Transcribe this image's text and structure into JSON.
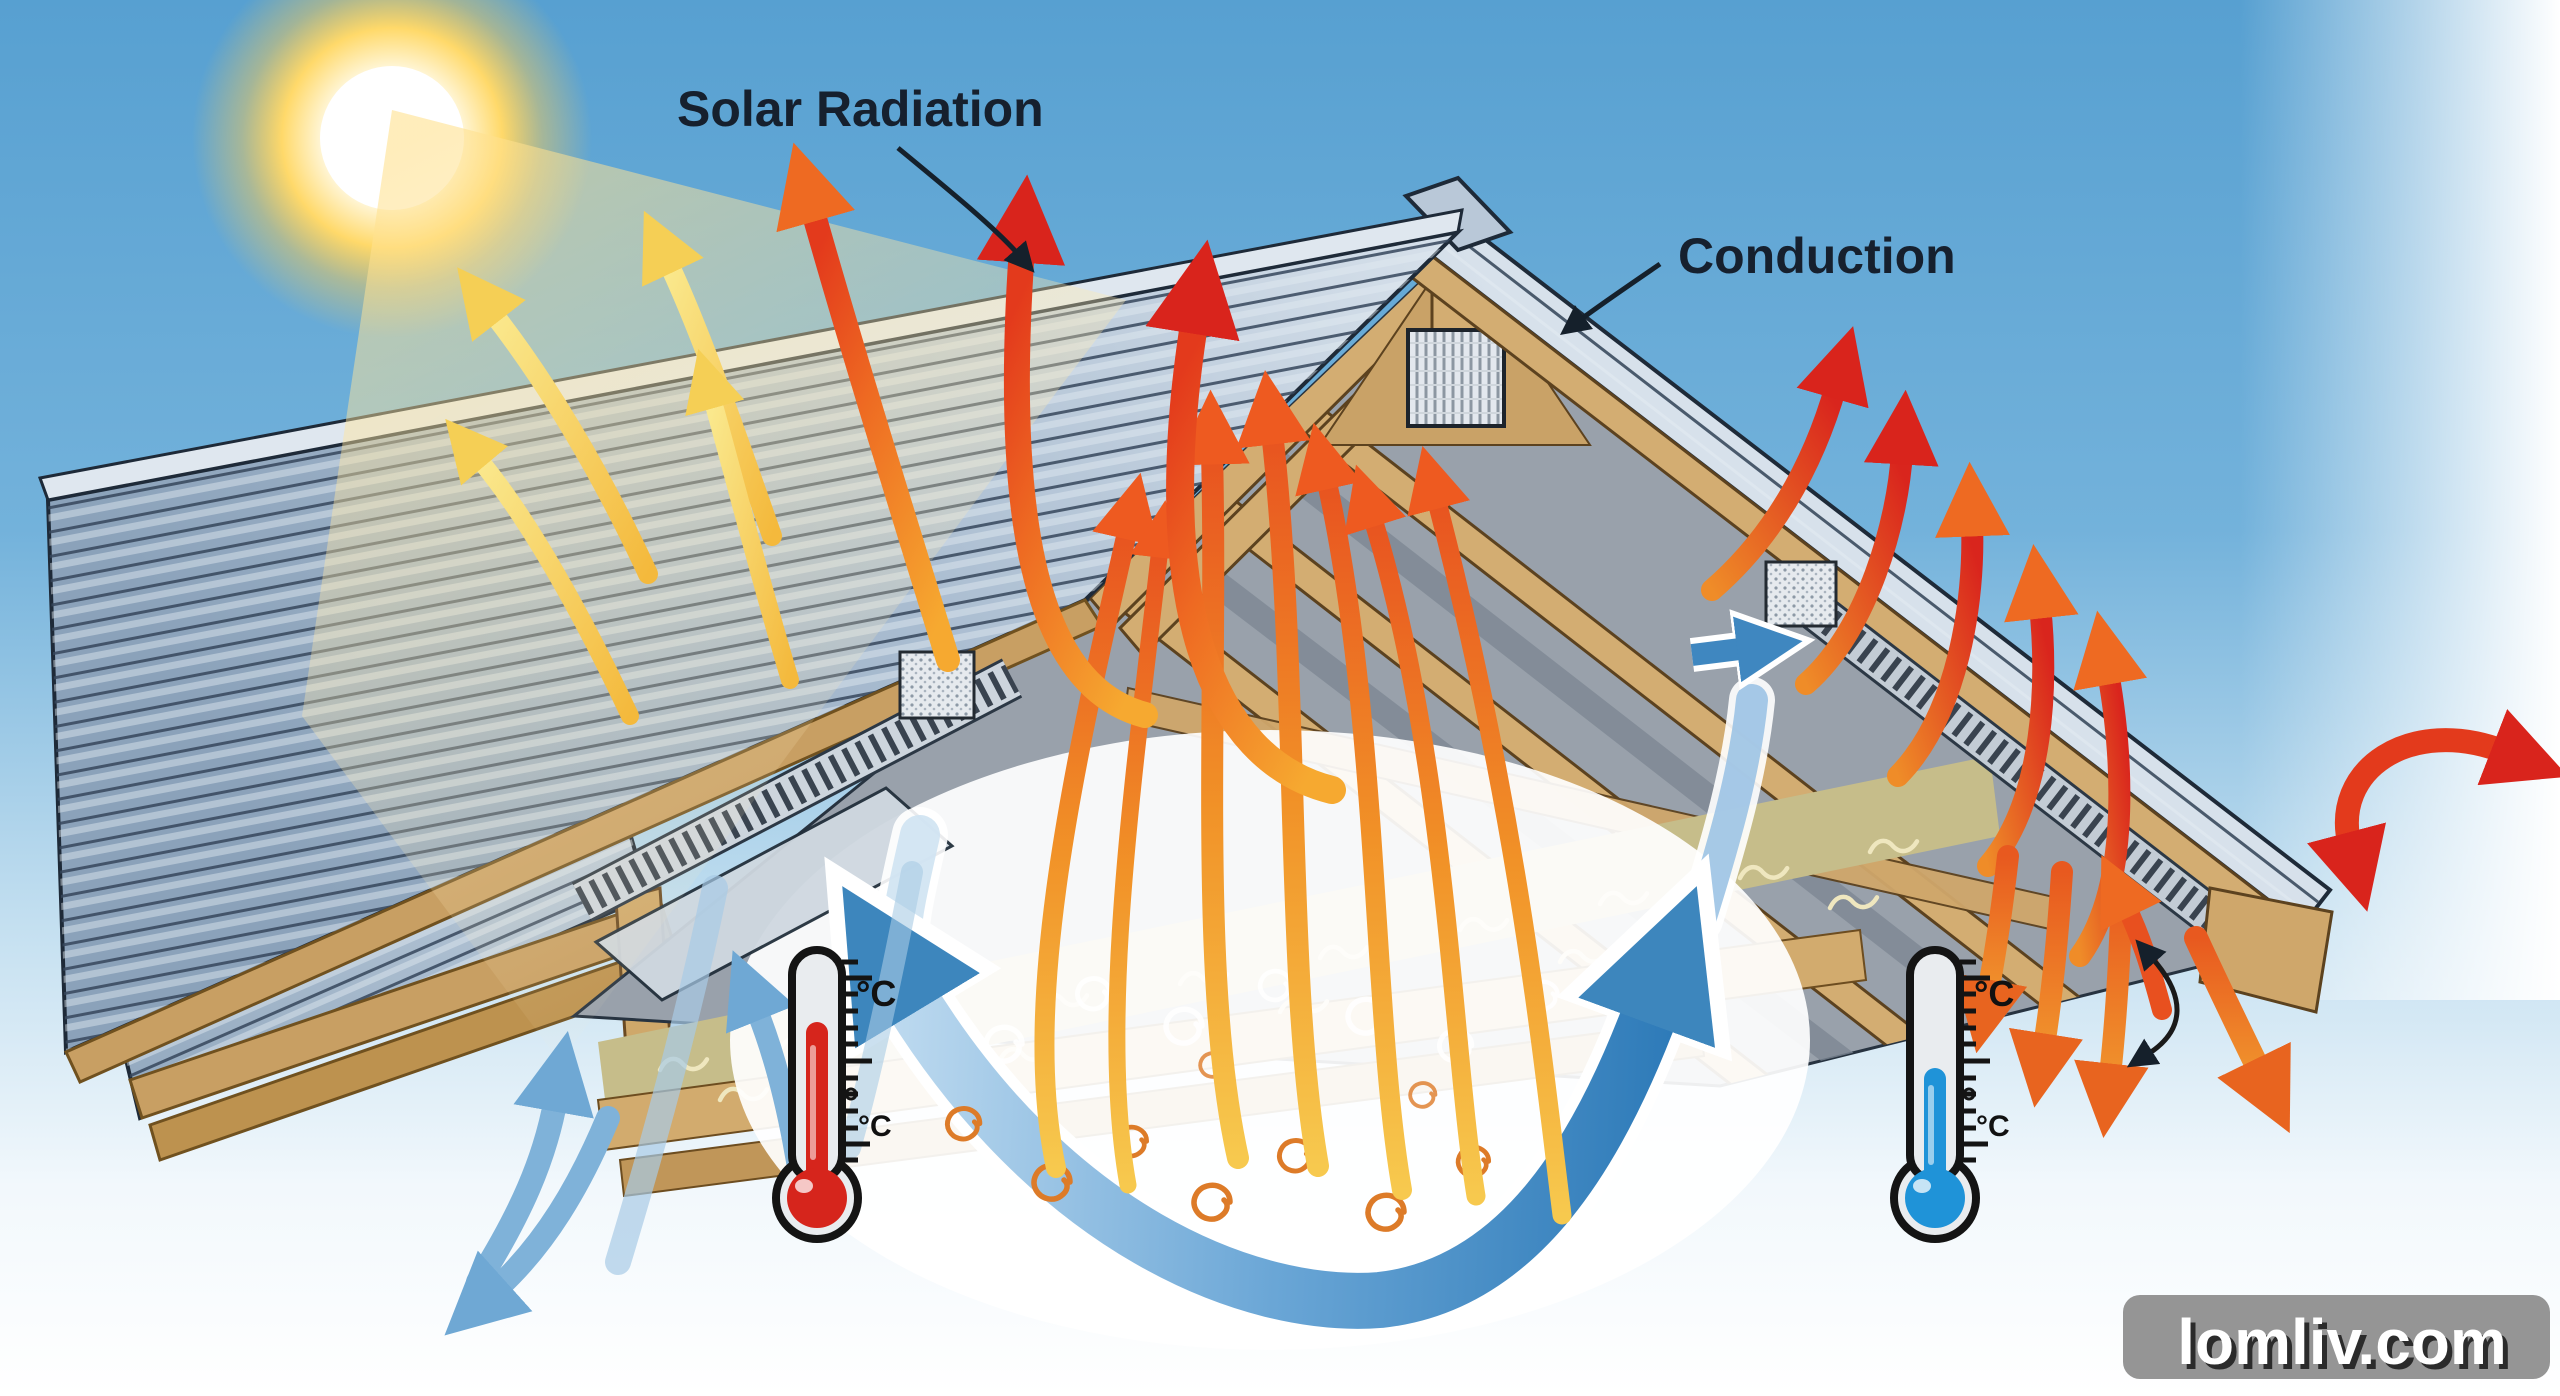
{
  "title": "Roof heat transfer diagram",
  "labels": {
    "solar_radiation": "Solar Radiation",
    "conduction": "Conduction"
  },
  "thermometers": {
    "unit": "°C",
    "left": {
      "type": "hot",
      "fluid_color": "#d6251c"
    },
    "right": {
      "type": "cold",
      "fluid_color": "#1f93d8"
    }
  },
  "watermark": {
    "text": "lomliv.com",
    "bg": "#8d8d8d",
    "fg": "#ffffff"
  },
  "icons": {
    "sun": "sun-icon",
    "sun_beam": "sun-beam",
    "gable_vent": "gable-vent-icon",
    "soffit_vent_left": "soffit-vent-left-icon",
    "soffit_vent_right": "soffit-vent-right-icon",
    "thermometer_hot": "thermometer-hot-icon",
    "thermometer_cold": "thermometer-cold-icon",
    "convection_loop": "convection-loop-arrow",
    "heat_arrows": "heat-arrow-icons",
    "cool_arrows": "cool-air-arrow-icons",
    "heat_swirls": "heat-swirl-icons"
  },
  "colors": {
    "sky_top": "#57a0d1",
    "sky_bottom": "#ffffff",
    "sun_core": "#ffffff",
    "sun_glow": "#ffd96a",
    "beam": "#ffe08c",
    "metal_light": "#cdd9e6",
    "metal_dark": "#8fa5bd",
    "metal_seam": "#2c3845",
    "wood": "#d3ad72",
    "wood_dark": "#5c421f",
    "fascia": "#c89f63",
    "insulation": "#c6bd8a",
    "insulation_light": "#efe7bf",
    "interior_gray": "#99a1ab",
    "heat_yellow": "#f9e27a",
    "heat_orange": "#f08c1f",
    "heat_red": "#d9241c",
    "cool_light": "#b9d8ef",
    "cool_dark": "#2b78b6",
    "annotation": "#16202e",
    "thermo_hot": "#d6251c",
    "thermo_cold": "#1f93d8",
    "watermark_bg": "#8d8d8d"
  }
}
